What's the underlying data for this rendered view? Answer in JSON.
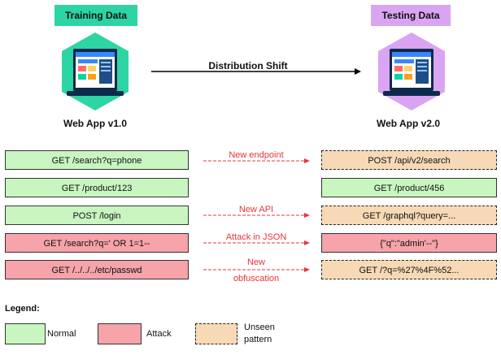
{
  "header": {
    "training_title": "Training Data",
    "testing_title": "Testing Data",
    "shift_label": "Distribution Shift",
    "app_v1_label": "Web App v1.0",
    "app_v2_label": "Web App v2.0"
  },
  "colors": {
    "training_badge": "#2dd4a4",
    "testing_badge": "#d9a5f2",
    "normal": "#c8f5c0",
    "attack": "#f6a3a9",
    "unseen": "#f7d9b6",
    "connector": "#e8343a"
  },
  "rows": [
    {
      "left": "GET /search?q=phone",
      "left_type": "normal",
      "connector": "New endpoint",
      "right": "POST /api/v2/search",
      "right_type": "unseen"
    },
    {
      "left": "GET /product/123",
      "left_type": "normal",
      "connector": "",
      "right": "GET /product/456",
      "right_type": "normal"
    },
    {
      "left": "POST /login",
      "left_type": "normal",
      "connector": "New API",
      "right": "GET /graphql?query=...",
      "right_type": "unseen"
    },
    {
      "left": "GET /search?q=' OR 1=1--",
      "left_type": "attack",
      "connector": "Attack in JSON",
      "right": "{\"q\":\"admin'--\"}",
      "right_type": "attack"
    },
    {
      "left": "GET /../../../etc/passwd",
      "left_type": "attack",
      "connector_line1": "New",
      "connector_line2": "obfuscation",
      "right": "GET /?q=%27%4F%52...",
      "right_type": "unseen"
    }
  ],
  "legend": {
    "title": "Legend:",
    "normal": "Normal",
    "attack": "Attack",
    "unseen_line1": "Unseen",
    "unseen_line2": "pattern"
  }
}
